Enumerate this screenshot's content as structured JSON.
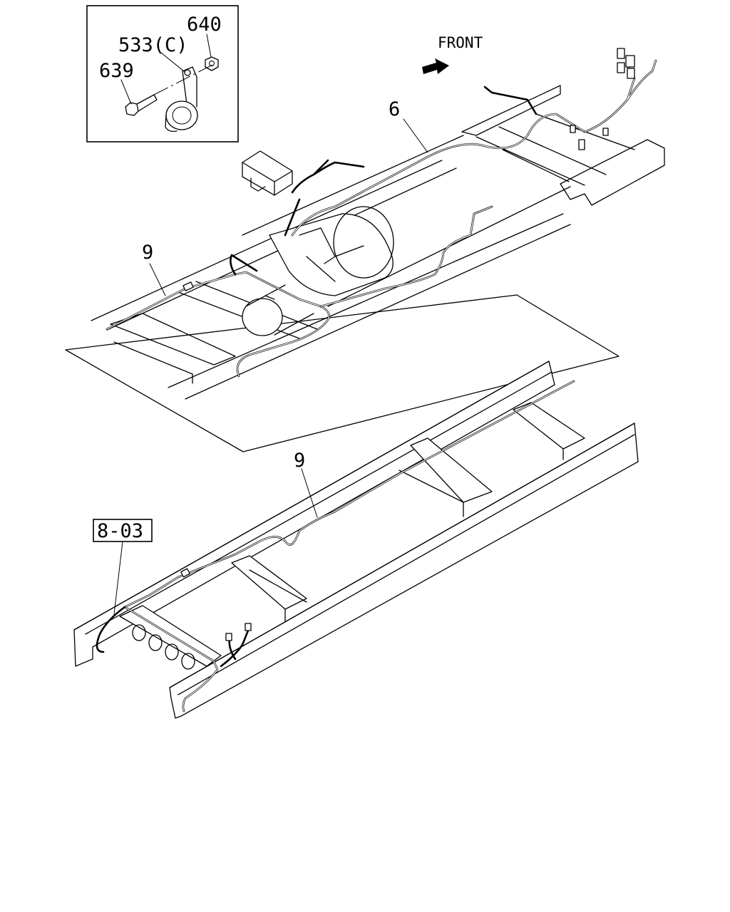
{
  "inset": {
    "callouts": {
      "clip": "533(C)",
      "nut": "640",
      "bolt": "639"
    }
  },
  "direction": {
    "front_label": "FRONT"
  },
  "callouts": {
    "harness_main": "6",
    "harness_upper_left": "9",
    "harness_lower": "9",
    "reference_box": "8-03"
  }
}
